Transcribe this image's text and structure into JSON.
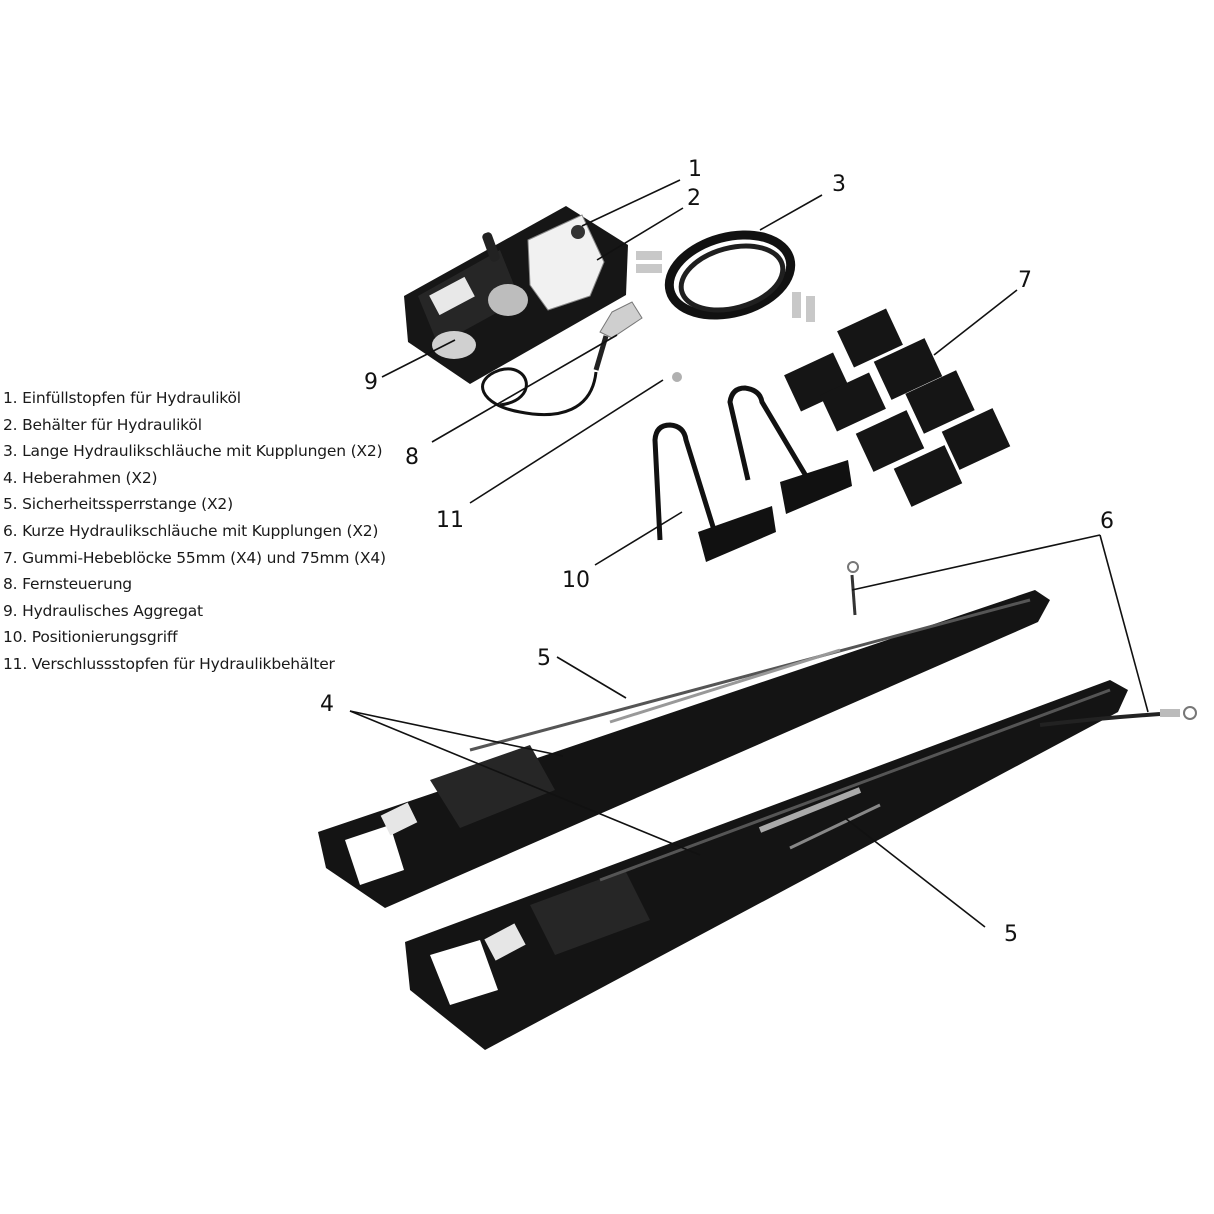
{
  "legend": {
    "items": [
      {
        "number": "1",
        "label": "1. Einfüllstopfen für Hydrauliköl"
      },
      {
        "number": "2",
        "label": "2. Behälter für Hydrauliköl"
      },
      {
        "number": "3",
        "label": "3. Lange Hydraulikschläuche mit Kupplungen (X2)"
      },
      {
        "number": "4",
        "label": "4. Heberahmen (X2)"
      },
      {
        "number": "5",
        "label": "5. Sicherheitssperrstange (X2)"
      },
      {
        "number": "6",
        "label": "6. Kurze Hydraulikschläuche mit Kupplungen (X2)"
      },
      {
        "number": "7",
        "label": "7. Gummi-Hebeblöcke 55mm (X4) und 75mm (X4)"
      },
      {
        "number": "8",
        "label": "8. Fernsteuerung"
      },
      {
        "number": "9",
        "label": "9. Hydraulisches Aggregat"
      },
      {
        "number": "10",
        "label": "10. Positionierungsgriff"
      },
      {
        "number": "11",
        "label": "11. Verschlussstopfen für Hydraulikbehälter"
      }
    ]
  },
  "callouts": {
    "c1": "1",
    "c2": "2",
    "c3": "3",
    "c4": "4",
    "c5a": "5",
    "c5b": "5",
    "c6": "6",
    "c7": "7",
    "c8": "8",
    "c9": "9",
    "c10": "10",
    "c11": "11"
  },
  "colors": {
    "background": "#ffffff",
    "parts": "#141414",
    "reservoir": "#f2f2f2",
    "text": "#1a1a1a"
  }
}
